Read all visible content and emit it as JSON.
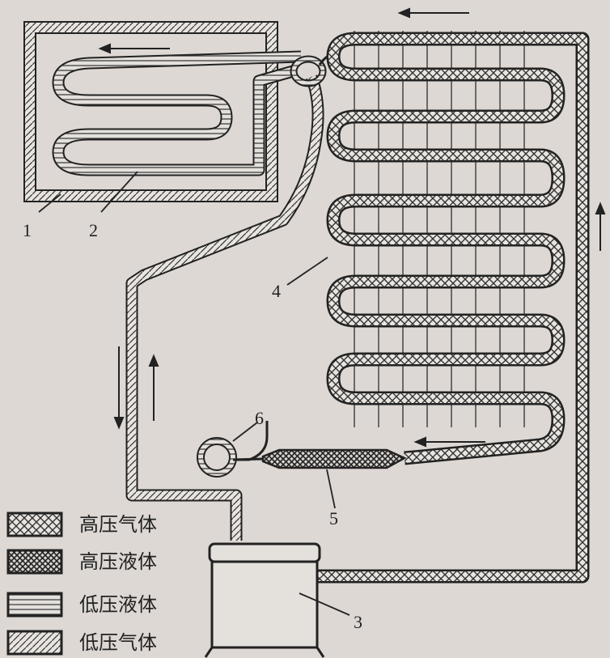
{
  "labels": {
    "evaporator_outer": "1",
    "evaporator_inner": "2",
    "compressor": "3",
    "condenser": "4",
    "filter_drier": "5",
    "capillary": "6"
  },
  "legend": [
    {
      "pattern": "hp-gas",
      "text": "高压气体"
    },
    {
      "pattern": "hp-liquid",
      "text": "高压液体"
    },
    {
      "pattern": "lp-liquid",
      "text": "低压液体"
    },
    {
      "pattern": "lp-gas",
      "text": "低压气体"
    }
  ],
  "colors": {
    "background": "#ddd8d4",
    "ink": "#222222"
  }
}
